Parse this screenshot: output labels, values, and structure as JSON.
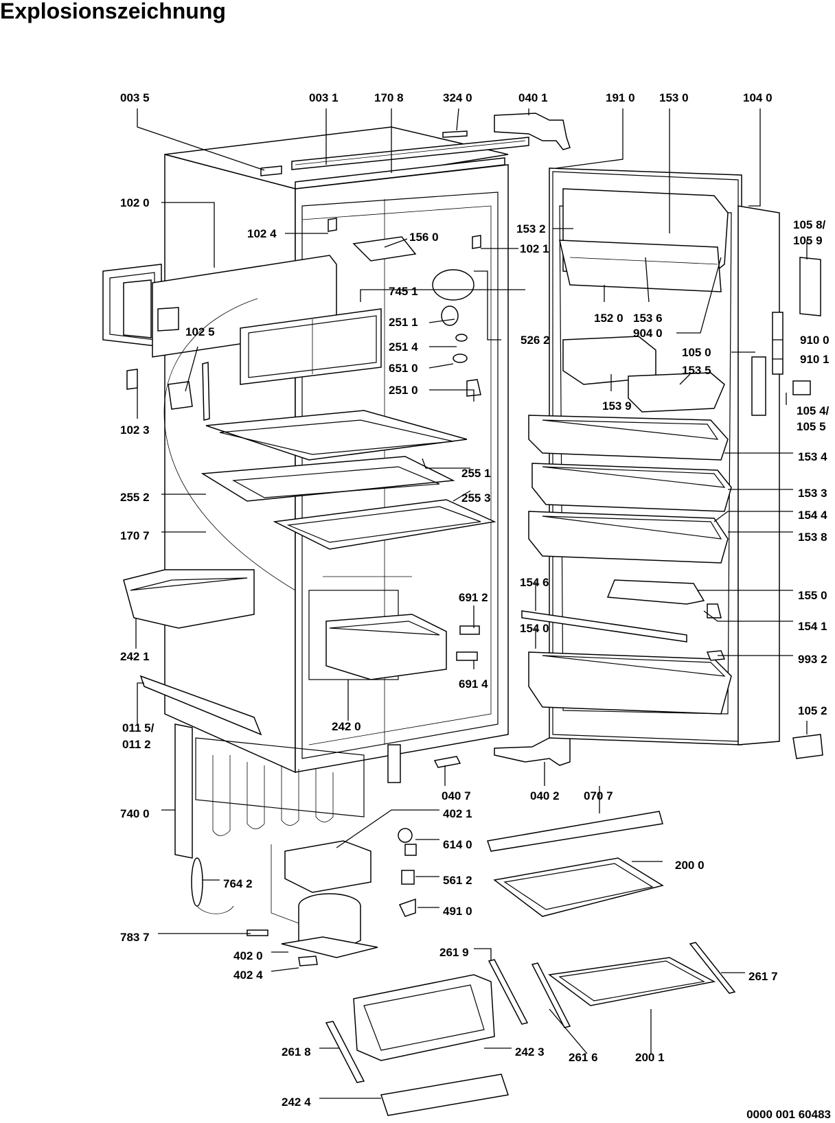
{
  "title": "Explosionszeichnung",
  "doc_number": "0000 001 60483",
  "labels": {
    "p0035": "003 5",
    "p0031": "003 1",
    "p1708": "170 8",
    "p3240": "324 0",
    "p0401": "040 1",
    "p1910": "191 0",
    "p1530": "153 0",
    "p1040": "104 0",
    "p1020": "102 0",
    "p1024": "102 4",
    "p1560": "156 0",
    "p1021": "102 1",
    "p1532": "153 2",
    "p1058": "105 8/",
    "p1059": "105 9",
    "p7451": "745  1",
    "p2511": "251 1",
    "p2514": "251 4",
    "p6510": "651 0",
    "p2510": "251 0",
    "p5262": "526 2",
    "p1025": "102 5",
    "p1023": "102 3",
    "p1520": "152 0",
    "p1536": "153 6",
    "p9040": "904 0",
    "p1050": "105 0",
    "p9100": "910 0",
    "p9101": "910 1",
    "p1535": "153 5",
    "p1539": "153 9",
    "p1054": "105 4/",
    "p1055": "105 5",
    "p2551": "255 1",
    "p2552": "255 2",
    "p2553": "255 3",
    "p1534": "153 4",
    "p1533": "153 3",
    "p1544": "154 4",
    "p1538": "153 8",
    "p1707": "170 7",
    "p1546": "154 6",
    "p1550": "155 0",
    "p6912": "691 2",
    "p1541": "154 1",
    "p1540": "154 0",
    "p9932": "993 2",
    "p6914": "691 4",
    "p2421": "242 1",
    "p2420": "242 0",
    "p0115": "011 5/",
    "p0112": "011 2",
    "p1052": "105 2",
    "p0407": "040 7",
    "p0402": "040 2",
    "p0707": "070 7",
    "p4021": "402 1",
    "p7400": "740 0",
    "p6140": "614 0",
    "p2000": "200 0",
    "p7642": "764 2",
    "p5612": "561 2",
    "p4910": "491 0",
    "p7837": "783 7",
    "p4020": "402 0",
    "p2619": "261 9",
    "p4024": "402 4",
    "p2617": "261 7",
    "p2618": "261 8",
    "p2423": "242 3",
    "p2616": "261 6",
    "p2001": "200 1",
    "p2424": "242 4"
  }
}
